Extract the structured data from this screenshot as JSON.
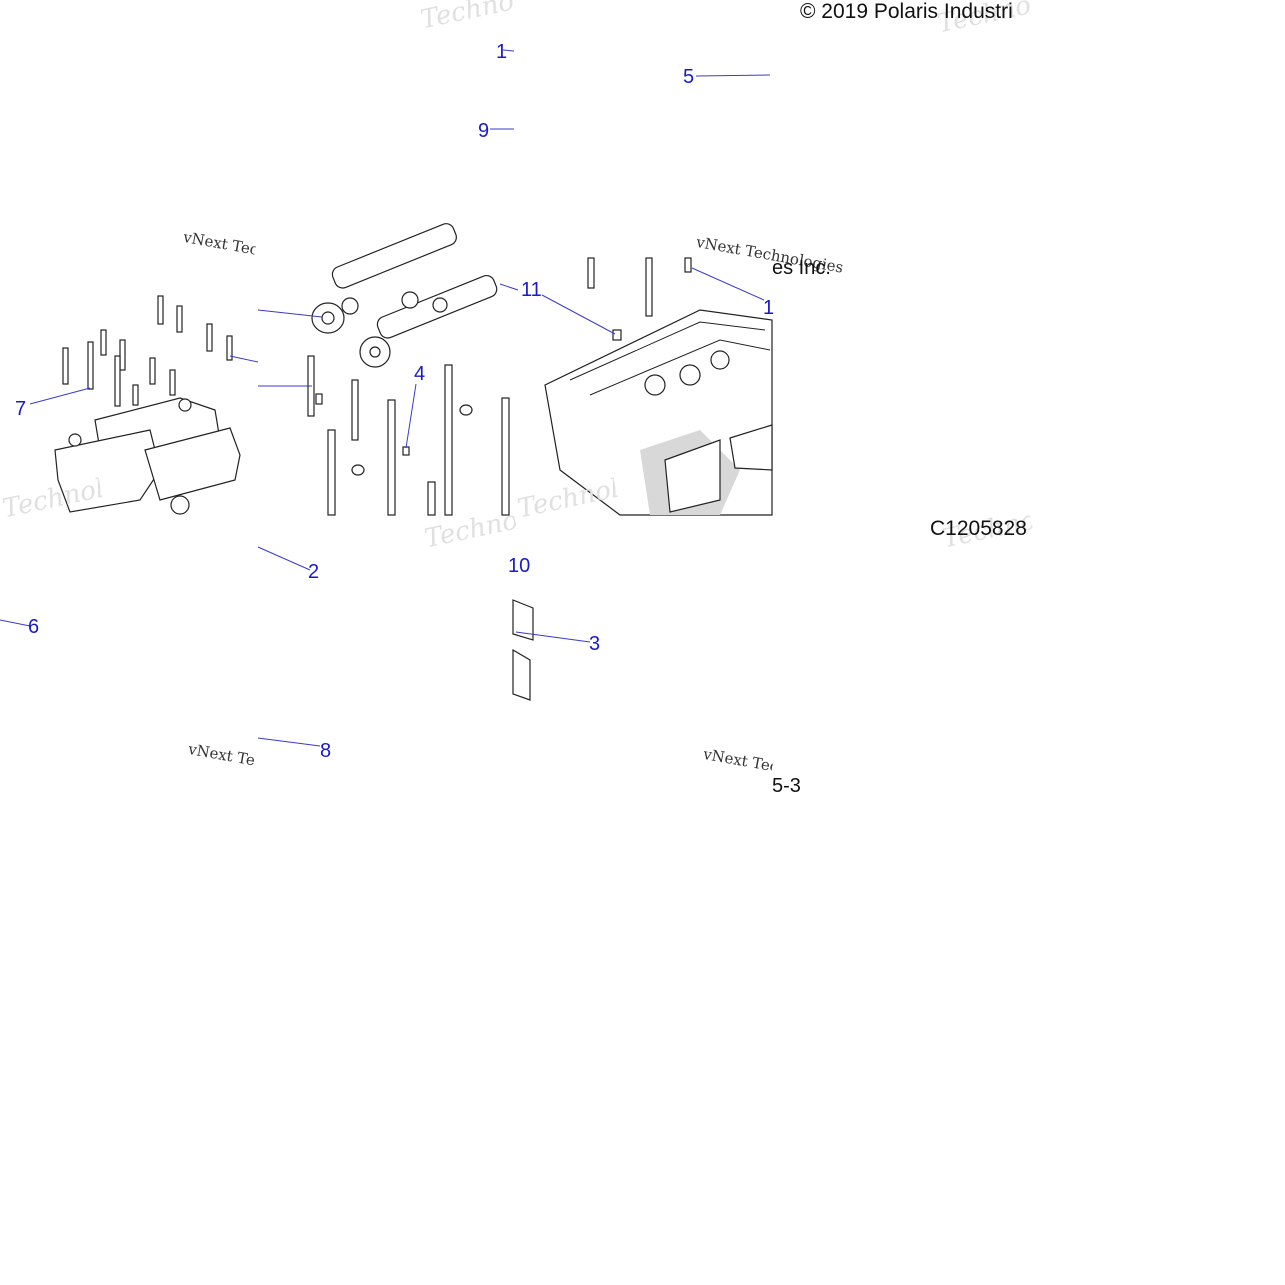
{
  "copyright": "© 2019 Polaris Industri",
  "figure_code": "C1205828",
  "partial_caption_1": "es Inc.",
  "partial_caption_2": "5-3",
  "watermark_brand": "vNext Technologies",
  "watermark_brand_alt": "Technologies",
  "callouts": {
    "c1": "1",
    "c2": "2",
    "c3": "3",
    "c4": "4",
    "c5": "5",
    "c6": "6",
    "c7": "7",
    "c8": "8",
    "c9": "9",
    "c10": "10",
    "c11": "11",
    "c12": "1"
  },
  "colors": {
    "callout": "#1a1acc",
    "leader": "#3a3acf",
    "watermark": "#cfcfcf"
  }
}
